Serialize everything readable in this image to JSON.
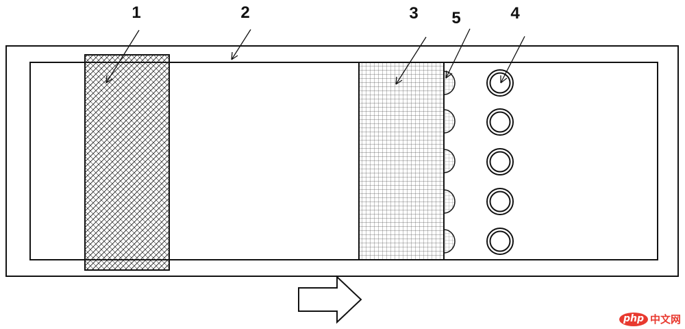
{
  "callouts": {
    "label_1": "1",
    "label_2": "2",
    "label_3": "3",
    "label_4": "4",
    "label_5": "5"
  },
  "watermark": {
    "logo_text": "php",
    "site_text": "中文网"
  },
  "colors": {
    "stroke": "#111111",
    "brand": "#e8392f"
  }
}
